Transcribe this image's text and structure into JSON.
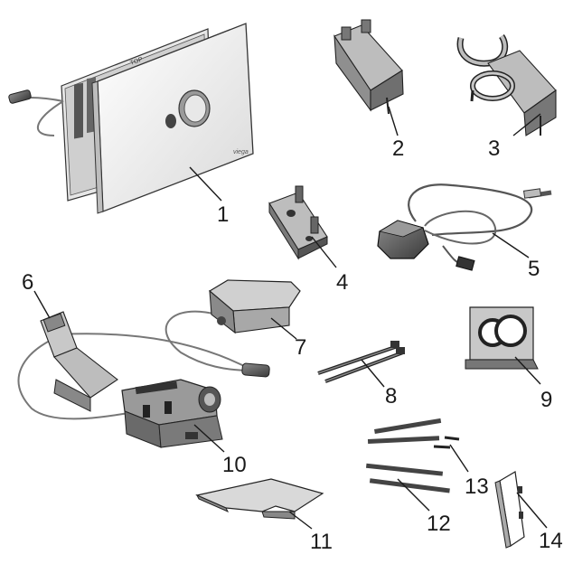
{
  "diagram": {
    "type": "exploded-parts-view",
    "panel_marks": {
      "top_text": "TOP",
      "logo_text": "viega"
    },
    "callouts": [
      {
        "id": "1",
        "label": "1"
      },
      {
        "id": "2",
        "label": "2"
      },
      {
        "id": "3",
        "label": "3"
      },
      {
        "id": "4",
        "label": "4"
      },
      {
        "id": "5",
        "label": "5"
      },
      {
        "id": "6",
        "label": "6"
      },
      {
        "id": "7",
        "label": "7"
      },
      {
        "id": "8",
        "label": "8"
      },
      {
        "id": "9",
        "label": "9"
      },
      {
        "id": "10",
        "label": "10"
      },
      {
        "id": "11",
        "label": "11"
      },
      {
        "id": "12",
        "label": "12"
      },
      {
        "id": "13",
        "label": "13"
      },
      {
        "id": "14",
        "label": "14"
      }
    ]
  }
}
